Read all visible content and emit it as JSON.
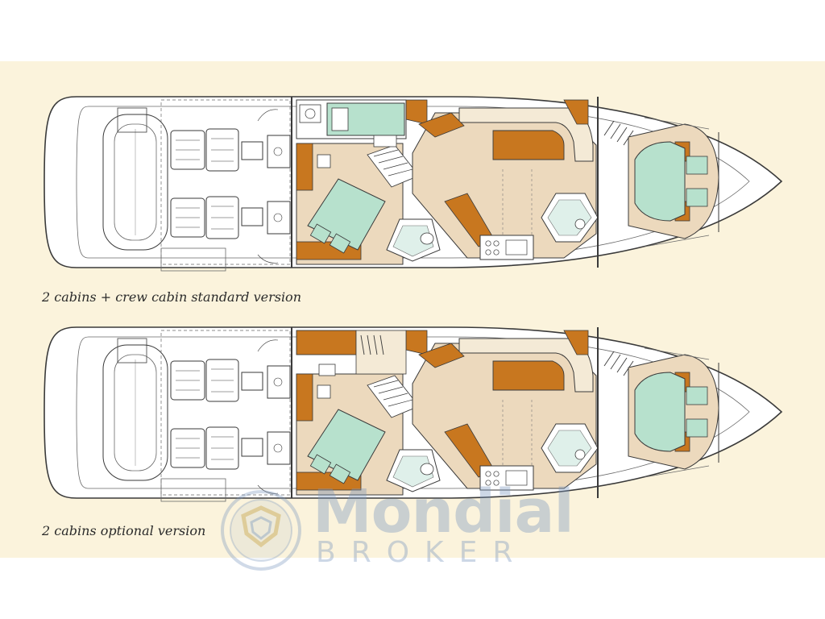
{
  "captions": {
    "top": "2 cabins + crew cabin standard version",
    "bottom": "2 cabins optional version"
  },
  "watermark": {
    "word": "Mondial",
    "sub": "BROKER"
  },
  "colors": {
    "background": "#fbf3dc",
    "hull_fill": "#ffffff",
    "line": "#3a3a3a",
    "wood": "#c8771f",
    "floor": "#ecd9bd",
    "bed": "#b7e1cd",
    "watermark": "#7896be"
  }
}
